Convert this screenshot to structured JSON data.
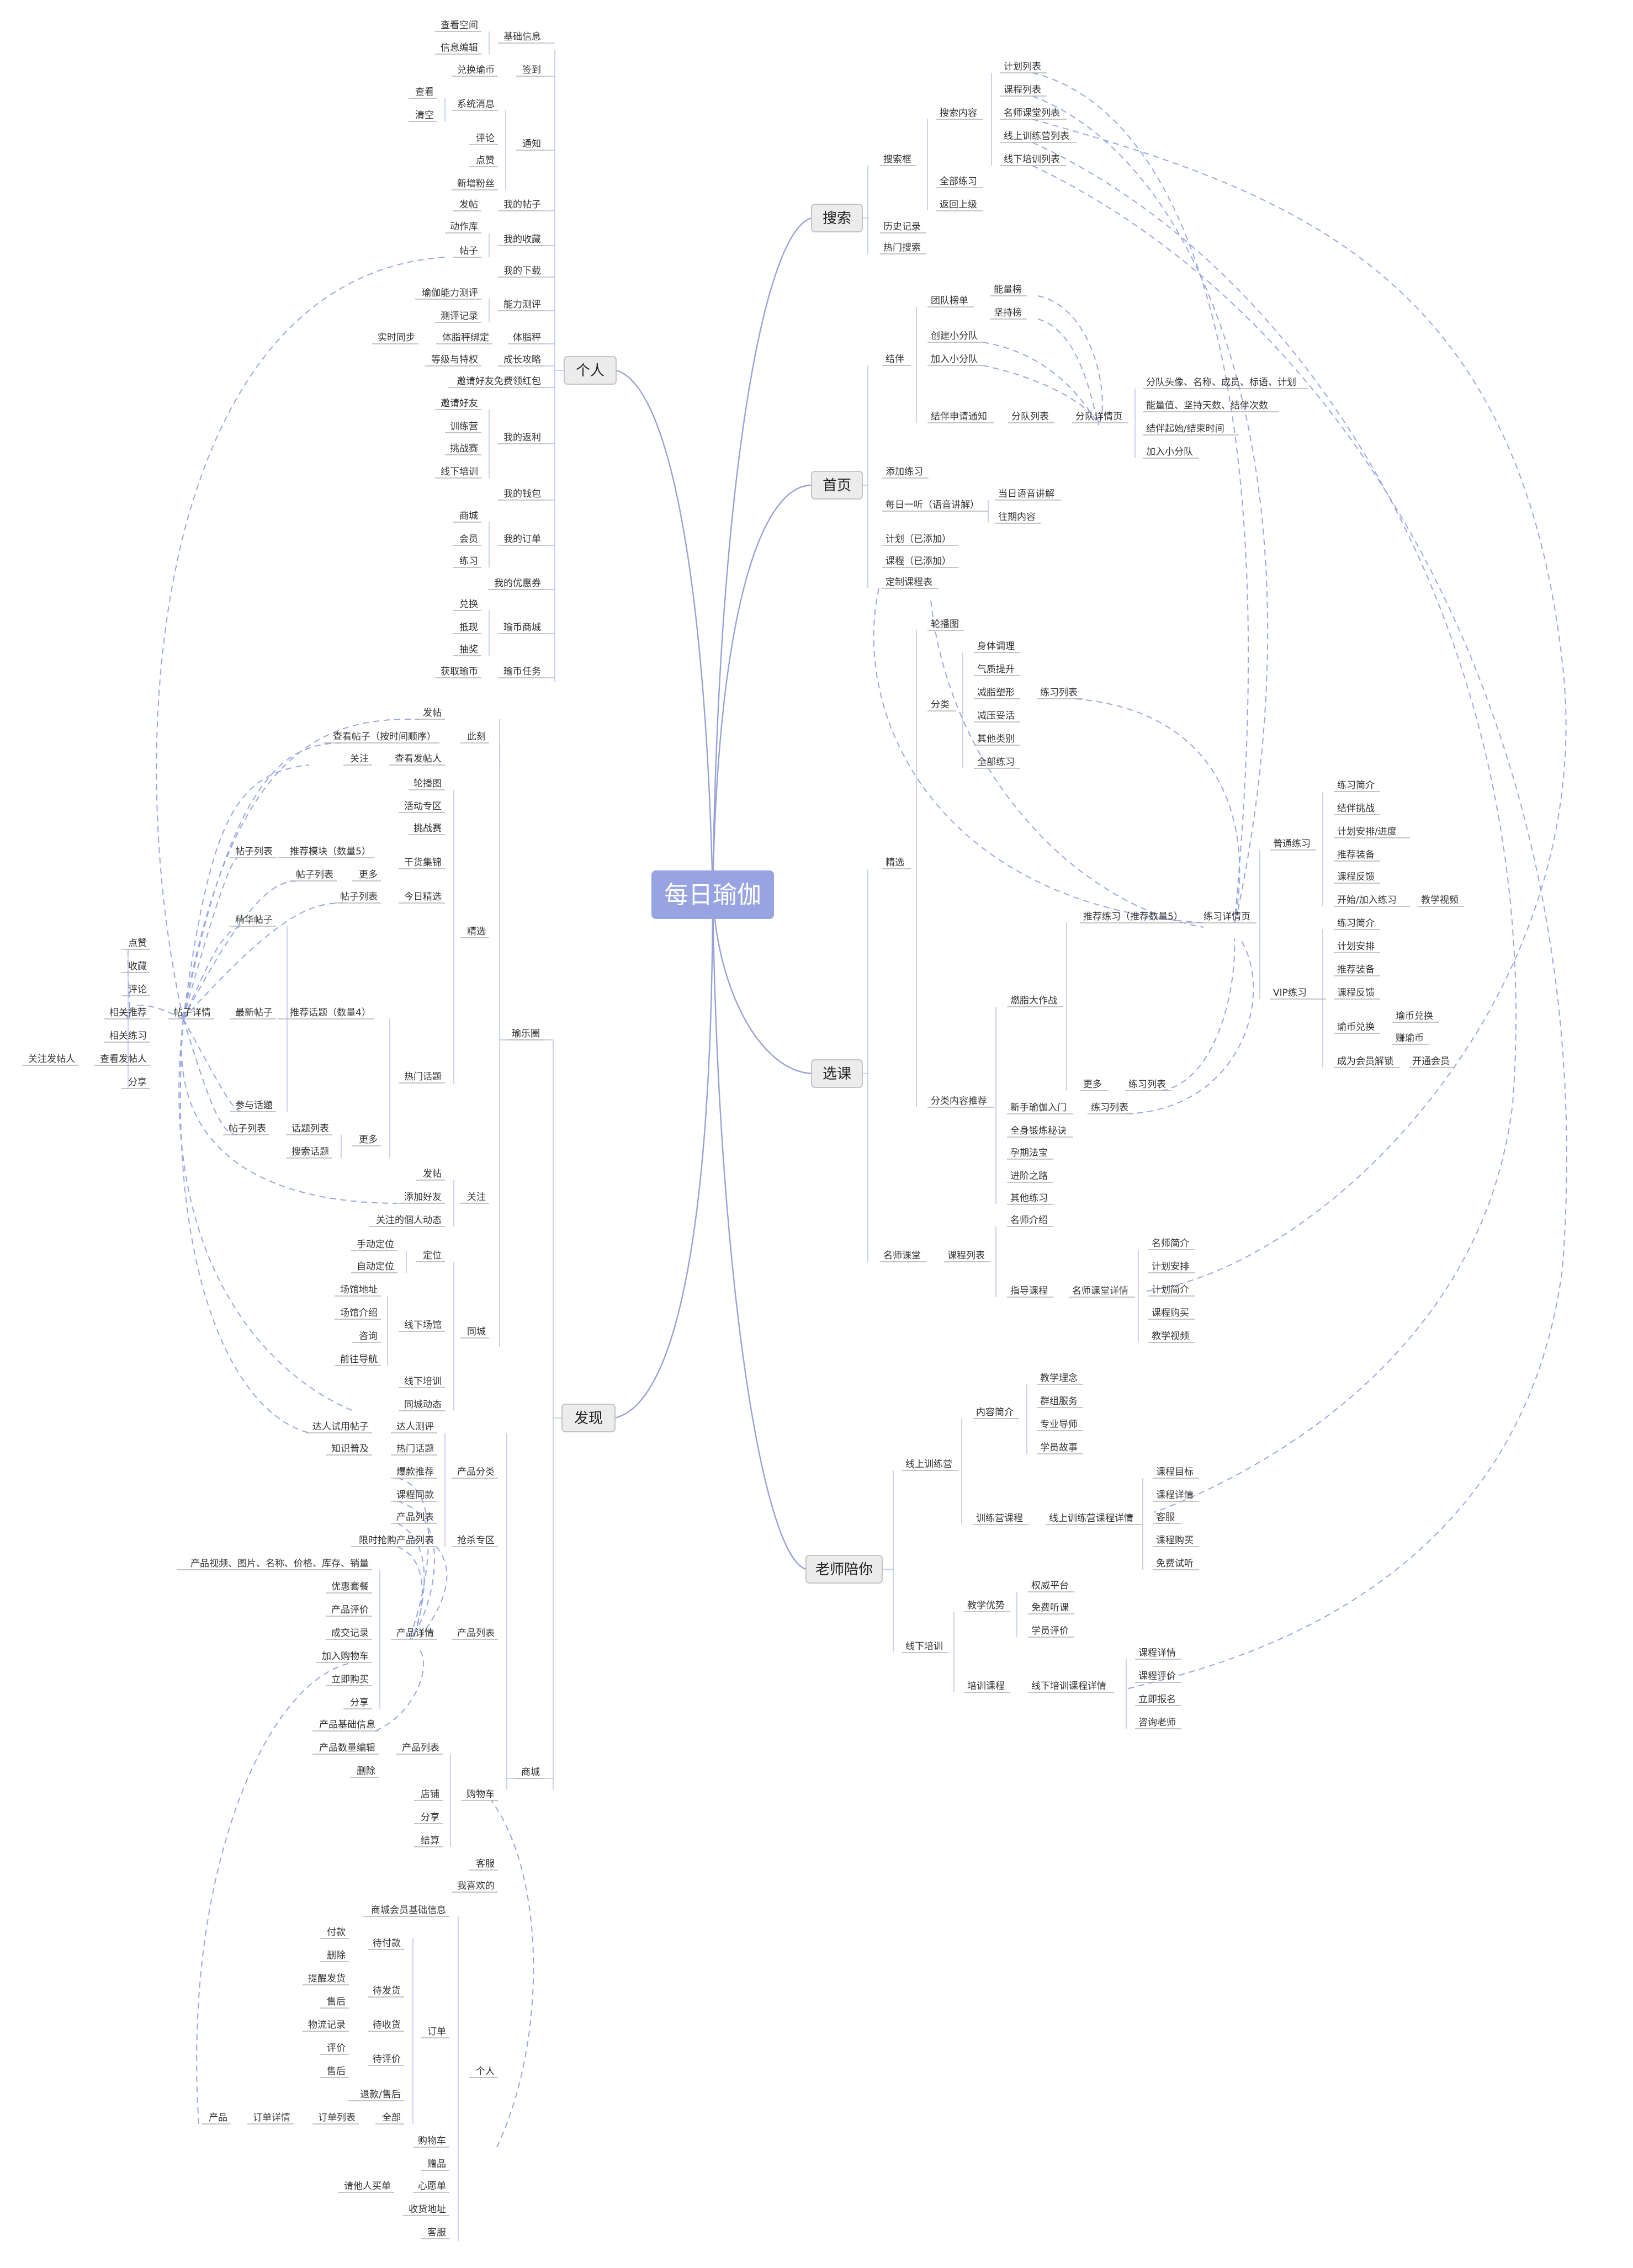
{
  "center": "每日瑜伽",
  "main": [
    "个人",
    "发现",
    "搜索",
    "首页",
    "选课",
    "老师陪你"
  ],
  "personal": {
    "basic_info": "基础信息",
    "view_space": "查看空间",
    "edit_info": "信息编辑",
    "signin": "签到",
    "redeem_coins": "兑换瑜币",
    "notify": "通知",
    "sys_msg": "系统消息",
    "view": "查看",
    "clear": "清空",
    "comment": "评论",
    "like": "点赞",
    "new_fans": "新增粉丝",
    "my_posts": "我的帖子",
    "post": "发帖",
    "my_fav": "我的收藏",
    "action_lib": "动作库",
    "fav_post": "帖子",
    "my_download": "我的下载",
    "ability_test": "能力测评",
    "yoga_test": "瑜伽能力测评",
    "test_record": "测评记录",
    "scale": "体脂秤",
    "realtime_sync": "实时同步",
    "scale_bind": "体脂秤绑定",
    "growth": "成长攻略",
    "level": "等级与特权",
    "invite_red": "邀请好友免费领红包",
    "rebate": "我的返利",
    "invite": "邀请好友",
    "camp": "训练营",
    "challenge": "挑战赛",
    "offline_train": "线下培训",
    "wallet": "我的钱包",
    "orders": "我的订单",
    "mall": "商城",
    "member": "会员",
    "practice": "练习",
    "coupon": "我的优惠券",
    "coin_mall": "瑜币商城",
    "exchange": "兑换",
    "snap": "抵现",
    "lottery": "抽奖",
    "coin_task": "瑜币任务",
    "get_coin": "获取瑜币"
  },
  "discover": {
    "cike": "此刻",
    "post": "发帖",
    "view_post": "查看帖子（按时间顺序）",
    "follow": "关注",
    "view_poster": "查看发帖人",
    "featured": "精选",
    "carousel": "轮播图",
    "activity": "活动专区",
    "challenge": "挑战赛",
    "post_list": "帖子列表",
    "rec_module": "推荐模块（数量5）",
    "dry": "干货集锦",
    "more": "更多",
    "today": "今日精选",
    "essence": "精华帖子",
    "post_detail": "帖子详情",
    "newest": "最新帖子",
    "rec_topic": "推荐话题（数量4）",
    "hot_topic": "热门话题",
    "join_topic": "参与话题",
    "topic_list": "话题列表",
    "search_topic": "搜索话题",
    "d_like": "点赞",
    "d_fav": "收藏",
    "d_comment": "评论",
    "rel_rec": "相关推荐",
    "rel_practice": "相关练习",
    "follow_poster": "关注发帖人",
    "view_poster2": "查看发帖人",
    "share": "分享",
    "yule": "瑜乐圈",
    "f_post": "发帖",
    "add_friend": "添加好友",
    "guanzhu": "关注",
    "personal_dynamic": "关注的個人动态",
    "tongcheng": "同城",
    "locate": "定位",
    "manual_loc": "手动定位",
    "auto_loc": "自动定位",
    "venue": "线下场馆",
    "venue_addr": "场馆地址",
    "venue_intro": "场馆介绍",
    "consult": "咨询",
    "navigate": "前往导航",
    "train": "线下培训",
    "city_dynamic": "同城动态",
    "expert_post": "达人试用帖子",
    "expert_test": "达人测评",
    "knowledge": "知识普及",
    "hot_topic2": "热门话题",
    "prod_cat": "产品分类",
    "hot_rec": "爆款推荐",
    "course_prod": "课程同款",
    "prod_list": "产品列表",
    "flash": "限时抢购产品列表",
    "flash_zone": "抢杀专区",
    "prod_fields": "产品视频、图片、名称、价格、库存、销量",
    "discount": "优惠套餐",
    "prod_review": "产品评价",
    "deal": "成交记录",
    "add_cart": "加入购物车",
    "buy_now": "立即购买",
    "share2": "分享",
    "prod_detail": "产品详情",
    "prod_list2": "产品列表",
    "prod_base": "产品基础信息",
    "mall": "商城",
    "qty_edit": "产品数量编辑",
    "del": "删除",
    "prod_list3": "产品列表",
    "store": "店铺",
    "share3": "分享",
    "checkout": "结算",
    "cart": "购物车",
    "service": "客服",
    "my_like": "我喜欢的",
    "member_base": "商城会员基础信息",
    "pay": "付款",
    "del2": "删除",
    "to_pay": "待付款",
    "remind": "提醒发货",
    "after": "售后",
    "to_ship": "待发货",
    "logistics": "物流记录",
    "to_receive": "待收货",
    "review": "评价",
    "after2": "售后",
    "to_review": "待评价",
    "refund": "退款/售后",
    "product": "产品",
    "order_detail": "订单详情",
    "order_list": "订单列表",
    "all": "全部",
    "order": "订单",
    "personal": "个人",
    "cart2": "购物车",
    "gift": "赠品",
    "request": "请他人买单",
    "wish": "心愿单",
    "address": "收货地址",
    "service2": "客服"
  },
  "search": {
    "box": "搜索框",
    "content": "搜索内容",
    "plan_list": "计划列表",
    "course_list": "课程列表",
    "master_list": "名师课堂列表",
    "camp_list": "线上训练营列表",
    "offline_list": "线下培训列表",
    "all_practice": "全部练习",
    "back": "返回上级",
    "history": "历史记录",
    "hot": "热门搜索"
  },
  "home": {
    "companion": "结伴",
    "team_rank": "团队榜单",
    "energy": "能量榜",
    "persist": "坚持榜",
    "create_team": "创建小分队",
    "join_team": "加入小分队",
    "apply": "结伴申请通知",
    "team_list": "分队列表",
    "team_detail": "分队详情页",
    "team_fields": "分队头像、名称、成员、标语、计划",
    "team_stats": "能量值、坚持天数、结伴次数",
    "team_time": "结伴起始/结束时间",
    "join_team2": "加入小分队",
    "add_practice": "添加练习",
    "daily_listen": "每日一听（语音讲解）",
    "today_voice": "当日语音讲解",
    "past": "往期内容",
    "plan_added": "计划（已添加）",
    "course_added": "课程（已添加）",
    "custom": "定制课程表"
  },
  "choose": {
    "carousel": "轮播图",
    "body": "身体调理",
    "temperament": "气质提升",
    "slim": "减脂塑形",
    "relax": "减压妥活",
    "other": "其他类别",
    "all": "全部练习",
    "category": "分类",
    "practice_list": "练习列表",
    "featured": "精选",
    "normal": "普通练习",
    "intro": "练习简介",
    "challenge": "结伴挑战",
    "plan_progress": "计划安排/进度",
    "gear": "推荐装备",
    "feedback": "课程反馈",
    "start": "开始/加入练习",
    "teach_video": "教学视频",
    "rec_practice": "推荐练习（推荐数量5）",
    "detail_page": "练习详情页",
    "vip": "VIP练习",
    "v_intro": "练习简介",
    "v_plan": "计划安排",
    "v_gear": "推荐装备",
    "v_feedback": "课程反馈",
    "coin_exchange": "瑜币兑换",
    "coin_redeem": "瑜币兑换",
    "earn": "赚瑜币",
    "become_member": "成为会员解锁",
    "open_member": "开通会员",
    "burn": "燃脂大作战",
    "more": "更多",
    "list_a": "练习列表",
    "beginner": "新手瑜伽入门",
    "list_b": "练习列表",
    "cat_rec": "分类内容推荐",
    "full_body": "全身锻炼秘诀",
    "pregnant": "孕期法宝",
    "advance": "进阶之路",
    "other_p": "其他练习",
    "master_class": "名师课堂",
    "course_list": "课程列表",
    "master_intro": "名师介绍",
    "guide_course": "指导课程",
    "master_detail": "名师课堂详情",
    "m_intro": "名师简介",
    "m_plan": "计划安排",
    "m_plan_intro": "计划简介",
    "m_buy": "课程购买",
    "m_video": "教学视频"
  },
  "teacher": {
    "online_camp": "线上训练营",
    "content_intro": "内容简介",
    "philosophy": "教学理念",
    "group": "群组服务",
    "mentor": "专业导师",
    "story": "学员故事",
    "camp_course": "训练营课程",
    "camp_detail": "线上训练营课程详情",
    "goal": "课程目标",
    "detail": "课程详情",
    "service": "客服",
    "buy": "课程购买",
    "trial": "免费试听",
    "offline": "线下培训",
    "advantage": "教学优势",
    "platform": "权威平台",
    "free_listen": "免费听课",
    "review": "学员评价",
    "train_course": "培训课程",
    "offline_detail": "线下培训课程详情",
    "o_detail": "课程详情",
    "o_review": "课程评价",
    "o_signup": "立即报名",
    "o_consult": "咨询老师"
  }
}
